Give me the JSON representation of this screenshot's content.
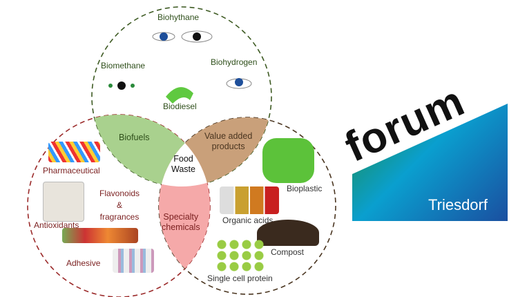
{
  "center": {
    "line1": "Food",
    "line2": "Waste"
  },
  "petals": {
    "biofuels": "Biofuels",
    "value_added": {
      "line1": "Value added",
      "line2": "products"
    },
    "specialty": {
      "line1": "Specialty",
      "line2": "chemicals"
    }
  },
  "biofuels_items": [
    "Biohythane",
    "Biomethane",
    "Biohydrogen",
    "Biodiesel"
  ],
  "specialty_items": [
    "Pharmaceutical",
    "Flavonoids",
    "&",
    "fragrances",
    "Antioxidants",
    "Adhesive"
  ],
  "value_added_items": [
    "Bioplastic",
    "Organic acids",
    "Compost",
    "Single cell protein"
  ],
  "logo": {
    "word": "forum",
    "sub": "Triesdorf"
  },
  "colors": {
    "biofuels": "#a9d18e",
    "value_added": "#c9a07a",
    "specialty": "#f5a9a9",
    "top_dash": "#3d5a22",
    "left_dash": "#9b2a2a",
    "right_dash": "#4a3520"
  }
}
